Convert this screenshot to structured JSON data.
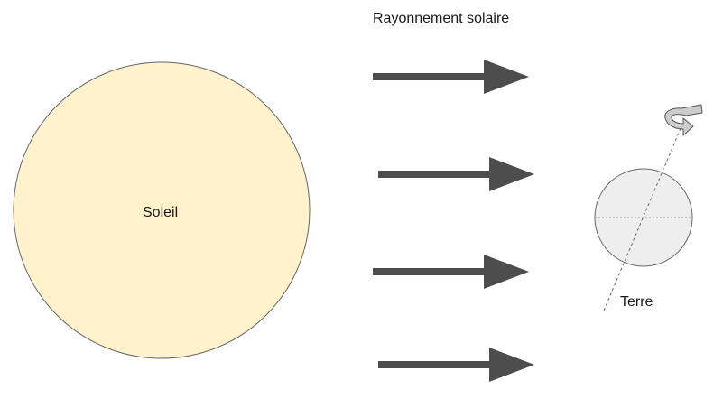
{
  "diagram": {
    "radiation_label": "Rayonnement solaire",
    "sun_label": "Soleil",
    "earth_label": "Terre",
    "colors": {
      "sun_fill": "#fff2cc",
      "sun_stroke": "#666666",
      "arrow": "#4d4d4d",
      "earth_fill": "#eeeeee",
      "earth_stroke": "#666666",
      "rotation_arrow": "#cccccc"
    }
  }
}
